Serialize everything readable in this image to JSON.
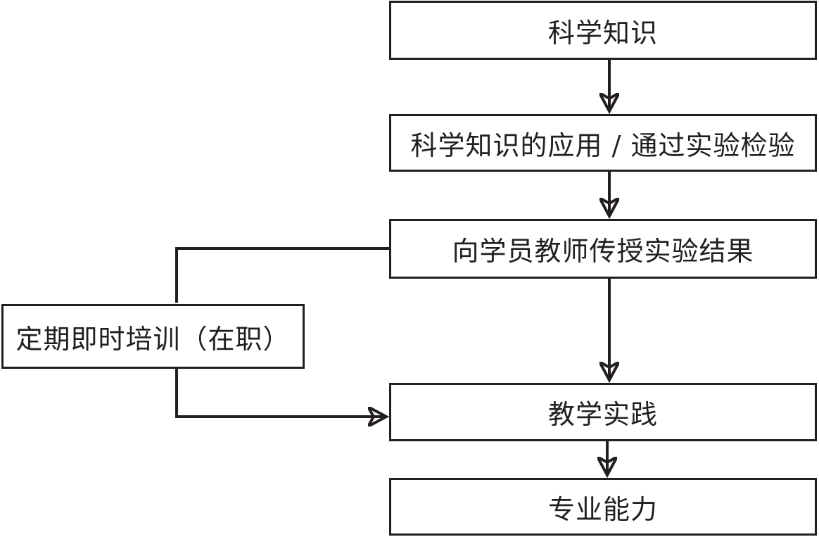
{
  "diagram": {
    "type": "flowchart",
    "language": "zh",
    "colors": {
      "background": "#ffffff",
      "line": "#231f20",
      "node_fill": "#ffffff",
      "node_border": "#231f20",
      "text": "#231f20"
    },
    "nodes": [
      {
        "id": "scientific-knowledge",
        "label": "科学知识"
      },
      {
        "id": "application",
        "label": "科学知识的应用 / 通过实验检验"
      },
      {
        "id": "impart-results",
        "label": "向学员教师传授实验结果"
      },
      {
        "id": "periodic-training",
        "label": "定期即时培训（在职）"
      },
      {
        "id": "teaching-practice",
        "label": "教学实践"
      },
      {
        "id": "professional-competence",
        "label": "专业能力"
      }
    ],
    "edges": [
      {
        "from": "scientific-knowledge",
        "to": "application",
        "arrow": true
      },
      {
        "from": "application",
        "to": "impart-results",
        "arrow": true
      },
      {
        "from": "impart-results",
        "to": "teaching-practice",
        "arrow": true
      },
      {
        "from": "impart-results",
        "to": "periodic-training",
        "arrow": false
      },
      {
        "from": "periodic-training",
        "to": "teaching-practice",
        "arrow": true
      },
      {
        "from": "teaching-practice",
        "to": "professional-competence",
        "arrow": true
      }
    ]
  }
}
